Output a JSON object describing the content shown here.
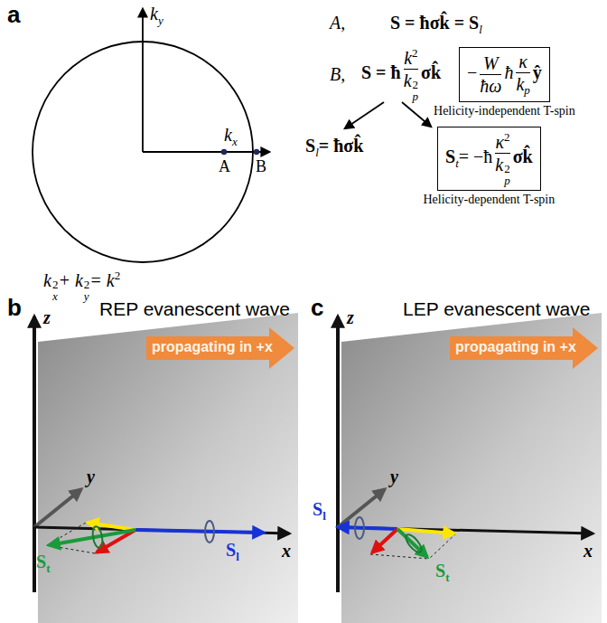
{
  "diagram": {
    "nodes": [
      {
        "text": [
          "−",
          "W",
          "ħω",
          "ħ",
          "κ",
          "k",
          "p",
          "ŷ",
          "Helicity-independent T-spin"
        ]
      },
      {
        "text": [
          "S",
          "t",
          "= −ħ",
          "κ",
          "2",
          "k",
          "p",
          "2",
          "σk̂",
          "Helicity-dependent T-spin"
        ]
      }
    ],
    "labels": [
      "a",
      "k",
      "y",
      "k",
      "x",
      "A",
      "B",
      "k",
      "x",
      "2",
      "+ k",
      "y",
      "2",
      "= k",
      "2",
      "A,",
      "S = ħσk̂ = S",
      "l",
      "B,",
      "S = ħ",
      "k",
      "2",
      "k",
      "p",
      "2",
      "σk̂",
      "S",
      "l",
      "= ħσk̂",
      "b",
      "REP evanescent wave",
      "z",
      "propagating in +x",
      "y",
      "x",
      "S",
      "t",
      "S",
      "l",
      "c",
      "LEP evanescent wave",
      "z",
      "propagating in +x",
      "y",
      "x",
      "S",
      "l",
      "S",
      "t"
    ]
  }
}
